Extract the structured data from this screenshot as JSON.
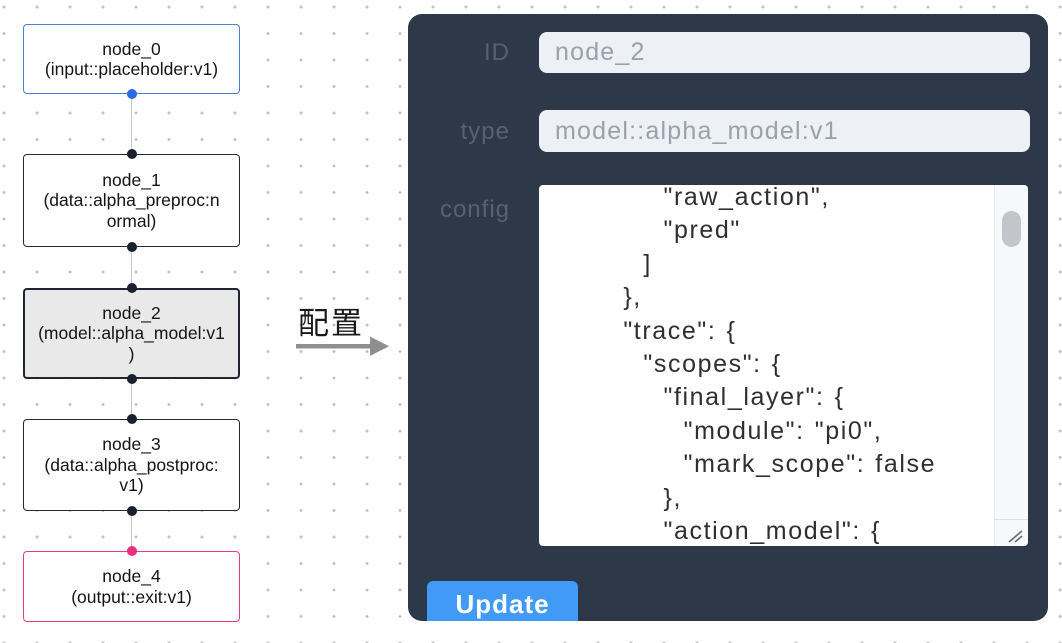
{
  "colors": {
    "panel_bg": "#2d3848",
    "button_blue": "#429af7",
    "input_bg": "#edf0f4",
    "node_default_border": "#242a36",
    "node_input_border": "#4a7fd9",
    "node_input_port": "#2b6be4",
    "node_output_border": "#e73b86",
    "node_output_port": "#ef2d7c",
    "node_selected_bg": "#e9e9ea",
    "edge_gray": "#c9c9c9"
  },
  "canvas": {
    "nodes": [
      {
        "id": "node_0",
        "label": "node_0\n(input::placeholder:v1)"
      },
      {
        "id": "node_1",
        "label": "node_1\n(data::alpha_preproc:n\normal)"
      },
      {
        "id": "node_2",
        "label": "node_2\n(model::alpha_model:v1\n)"
      },
      {
        "id": "node_3",
        "label": "node_3\n(data::alpha_postproc:\nv1)"
      },
      {
        "id": "node_4",
        "label": "node_4\n(output::exit:v1)"
      }
    ],
    "annotation": {
      "text": "配置"
    }
  },
  "panel": {
    "fields": [
      {
        "label": "ID",
        "value": "node_2"
      },
      {
        "label": "type",
        "value": "model::alpha_model:v1"
      }
    ],
    "config": {
      "label": "config",
      "lines": [
        "           \"raw_action\",",
        "           \"pred\"",
        "         ]",
        "       },",
        "       \"trace\": {",
        "         \"scopes\": {",
        "           \"final_layer\": {",
        "             \"module\": \"pi0\",",
        "             \"mark_scope\": false",
        "           },",
        "           \"action_model\": {"
      ]
    },
    "update_label": "Update"
  }
}
